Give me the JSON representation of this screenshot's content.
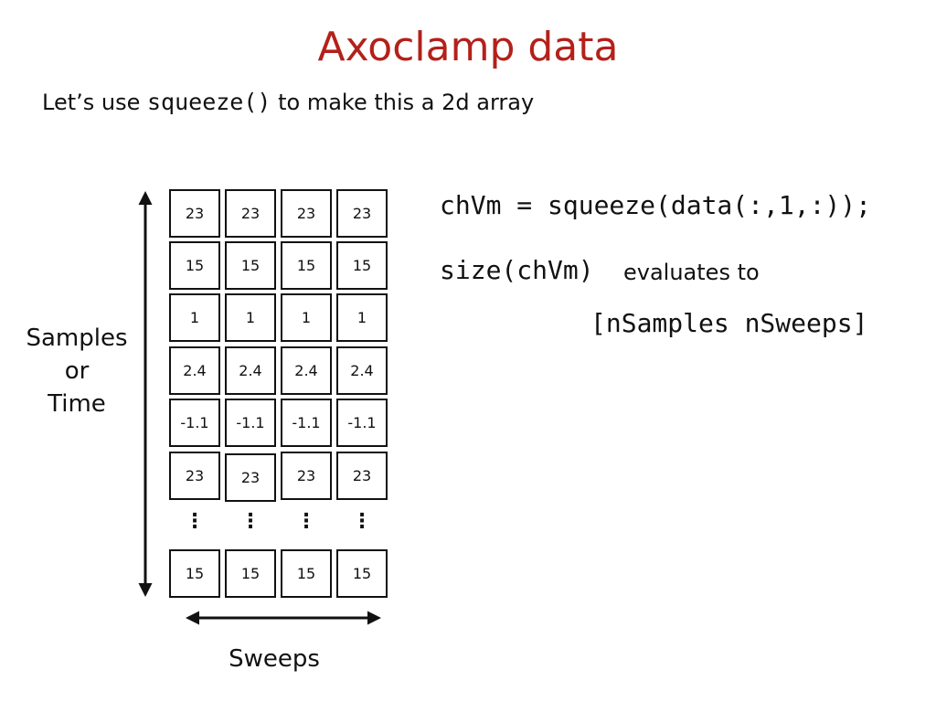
{
  "title": "Axoclamp data",
  "subtitle": {
    "prefix": "Let’s use ",
    "code": "squeeze()",
    "suffix": " to make this a 2d array"
  },
  "axis_labels": {
    "samples": "Samples",
    "or": "or",
    "time": "Time",
    "sweeps": "Sweeps"
  },
  "grid": {
    "rows": [
      [
        "23",
        "23",
        "23",
        "23"
      ],
      [
        "15",
        "15",
        "15",
        "15"
      ],
      [
        "1",
        "1",
        "1",
        "1"
      ],
      [
        "2.4",
        "2.4",
        "2.4",
        "2.4"
      ],
      [
        "-1.1",
        "-1.1",
        "-1.1",
        "-1.1"
      ],
      [
        "23",
        "23",
        "23",
        "23"
      ]
    ],
    "ellipsis": "⋮",
    "last_row": [
      "15",
      "15",
      "15",
      "15"
    ]
  },
  "code": {
    "assignment": "chVm = squeeze(data(:,1,:));",
    "size_call": "size(chVm)",
    "evaluates_to": "evaluates to",
    "result": "[nSamples nSweeps]"
  },
  "colors": {
    "title": "#b3211a",
    "text": "#111111"
  }
}
